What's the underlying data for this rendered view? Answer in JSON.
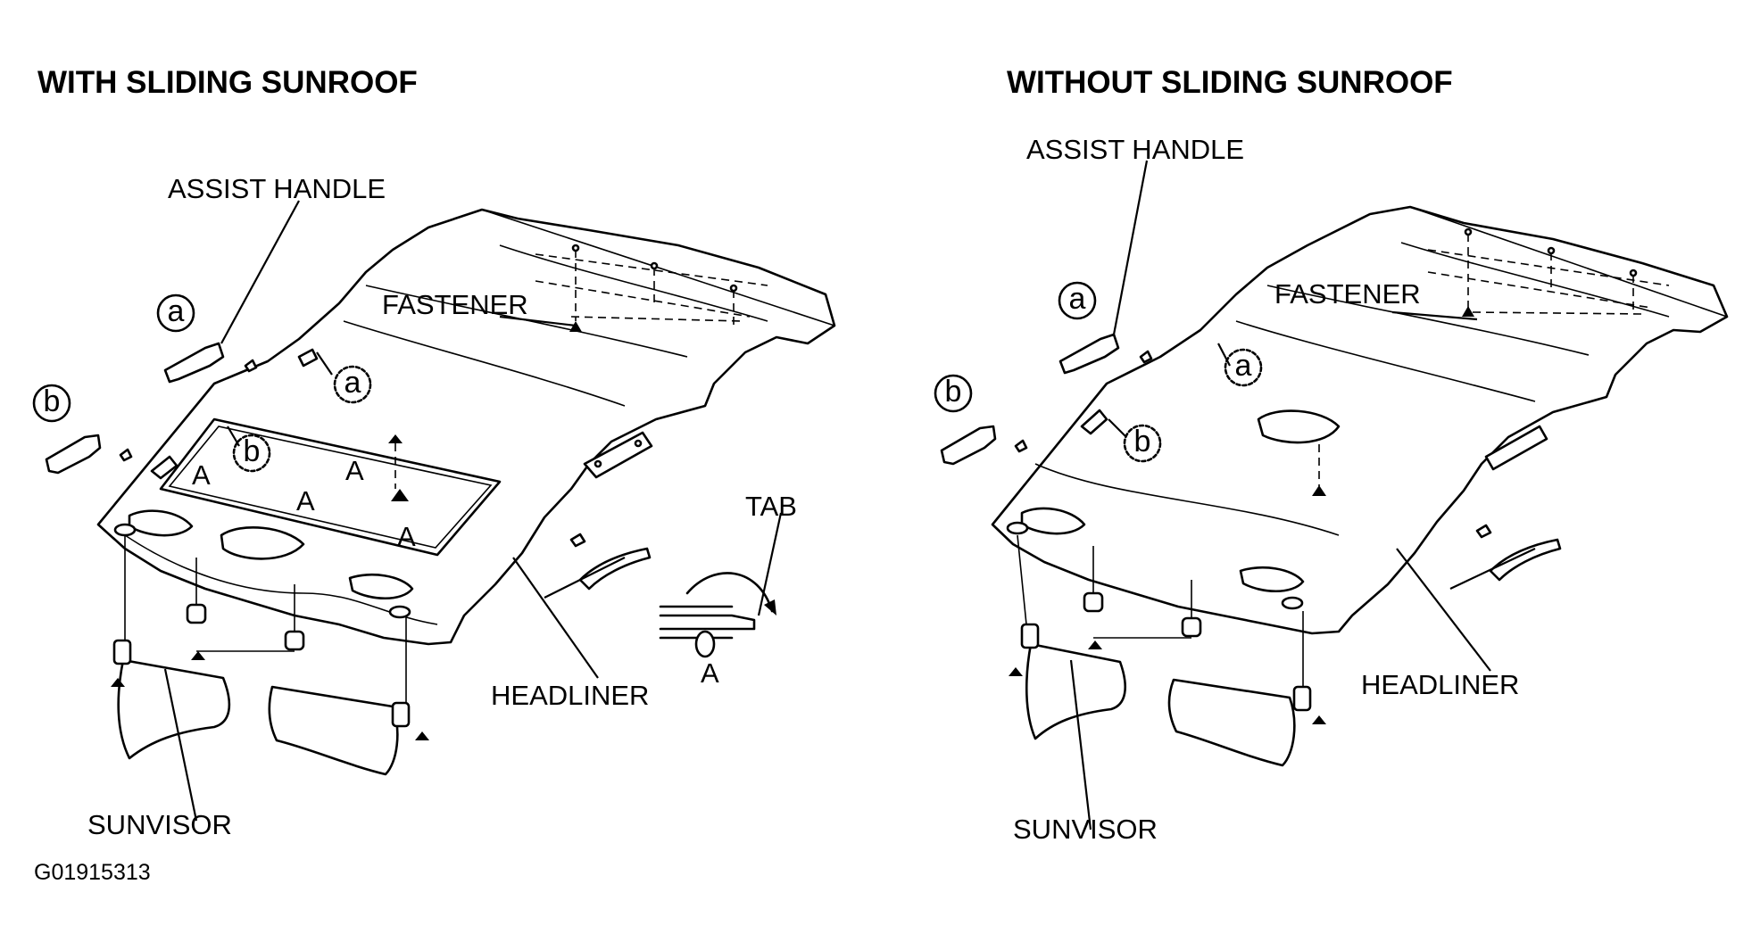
{
  "panels": {
    "left": {
      "title": "WITH SLIDING SUNROOF",
      "labels": {
        "assist_handle": "ASSIST HANDLE",
        "fastener": "FASTENER",
        "headliner": "HEADLINER",
        "sunvisor": "SUNVISOR",
        "tab": "TAB"
      },
      "callouts": {
        "a": "a",
        "b": "b",
        "clip": "A",
        "detail": "A"
      }
    },
    "right": {
      "title": "WITHOUT SLIDING SUNROOF",
      "labels": {
        "assist_handle": "ASSIST HANDLE",
        "fastener": "FASTENER",
        "headliner": "HEADLINER",
        "sunvisor": "SUNVISOR"
      },
      "callouts": {
        "a": "a",
        "b": "b"
      }
    }
  },
  "figure_code": "G01915313"
}
